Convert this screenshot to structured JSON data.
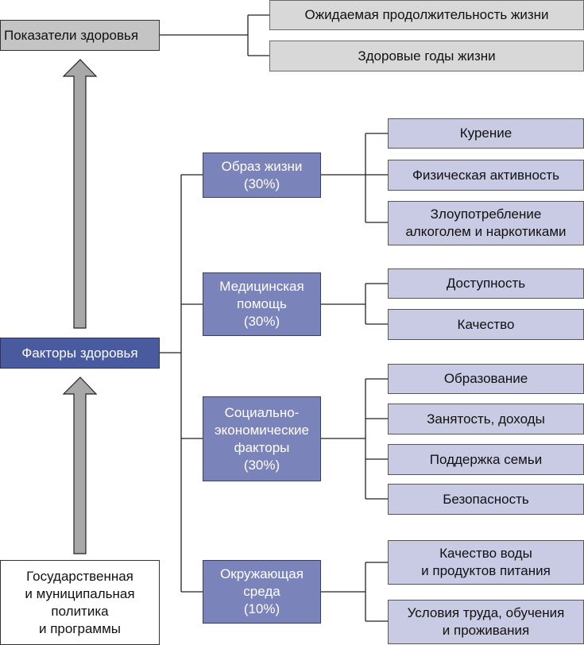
{
  "indicators": {
    "label": "Показатели здоровья",
    "items": [
      "Ожидаемая продолжительность жизни",
      "Здоровые годы жизни"
    ]
  },
  "factors": {
    "label": "Факторы здоровья"
  },
  "policy": {
    "label": "Государственная\nи муниципальная\nполитика\nи программы"
  },
  "categories": [
    {
      "label": "Образ жизни\n(30%)",
      "share_percent": 30,
      "items": [
        "Курение",
        "Физическая активность",
        "Злоупотребление\nалкоголем и наркотиками"
      ]
    },
    {
      "label": "Медицинская\nпомощь\n(30%)",
      "share_percent": 30,
      "items": [
        "Доступность",
        "Качество"
      ]
    },
    {
      "label": "Социально-\nэкономические\nфакторы\n(30%)",
      "share_percent": 30,
      "items": [
        "Образование",
        "Занятость, доходы",
        "Поддержка семьи",
        "Безопасность"
      ]
    },
    {
      "label": "Окружающая\nсреда\n(10%)",
      "share_percent": 10,
      "items": [
        "Качество воды\nи продуктов питания",
        "Условия труда, обучения\nи проживания"
      ]
    }
  ],
  "colors": {
    "indicator_fill": "#c4c4c4",
    "factors_fill": "#4a5a9e",
    "category_fill": "#7b83bb",
    "leaf_fill": "#c9cae4",
    "arrow_fill": "#a8a8a8"
  }
}
